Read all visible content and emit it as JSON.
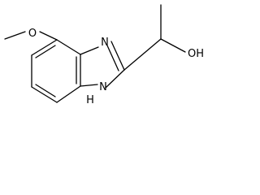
{
  "molecule": {
    "atoms": {
      "methoxy_oxygen": "O",
      "imidazole_nitrogen": "N",
      "nh_nitrogen": "N",
      "nh_hydrogen": "H",
      "hydroxyl": "OH"
    },
    "colors": {
      "bond": "#000000",
      "label": "#000000",
      "background": "#ffffff"
    }
  }
}
